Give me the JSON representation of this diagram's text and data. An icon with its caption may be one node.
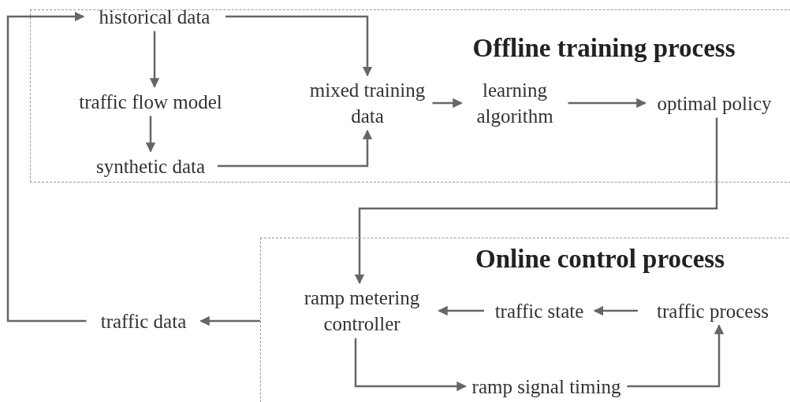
{
  "diagram": {
    "nodes": [
      {
        "text": [
          "Offline training process"
        ]
      },
      {
        "text": [
          "historical data"
        ],
        "in": 0
      },
      {
        "text": [
          "traffic flow model"
        ],
        "in": 0
      },
      {
        "text": [
          "synthetic data"
        ],
        "in": 0
      },
      {
        "text": [
          "mixed training data"
        ],
        "in": 0
      },
      {
        "text": [
          "learning algorithm"
        ],
        "in": 0
      },
      {
        "text": [
          "optimal policy"
        ],
        "in": 0
      },
      {
        "text": [
          "Online control process"
        ]
      },
      {
        "text": [
          "ramp metering controller"
        ],
        "in": 7
      },
      {
        "text": [
          "traffic state"
        ],
        "in": 7
      },
      {
        "text": [
          "traffic process"
        ],
        "in": 7
      },
      {
        "text": [
          "ramp signal timing"
        ],
        "in": 7
      },
      {
        "text": [
          "traffic data"
        ]
      }
    ],
    "edges": [
      {
        "from": 1,
        "to": 2,
        "arrow": "to"
      },
      {
        "from": 2,
        "to": 3,
        "arrow": "to"
      },
      {
        "from": 1,
        "to": 4,
        "arrow": "to"
      },
      {
        "from": 3,
        "to": 4,
        "arrow": "to"
      },
      {
        "from": 4,
        "to": 5,
        "arrow": "to"
      },
      {
        "from": 5,
        "to": 6,
        "arrow": "to"
      },
      {
        "from": 6,
        "to": 8,
        "arrow": "to"
      },
      {
        "from": 10,
        "to": 9,
        "arrow": "to"
      },
      {
        "from": 9,
        "to": 8,
        "arrow": "to"
      },
      {
        "from": 8,
        "to": 11,
        "arrow": "to"
      },
      {
        "from": 11,
        "to": 10,
        "arrow": "to"
      },
      {
        "from": 7,
        "to": 12,
        "arrow": "to"
      },
      {
        "from": 12,
        "to": 1,
        "arrow": "to"
      }
    ]
  }
}
